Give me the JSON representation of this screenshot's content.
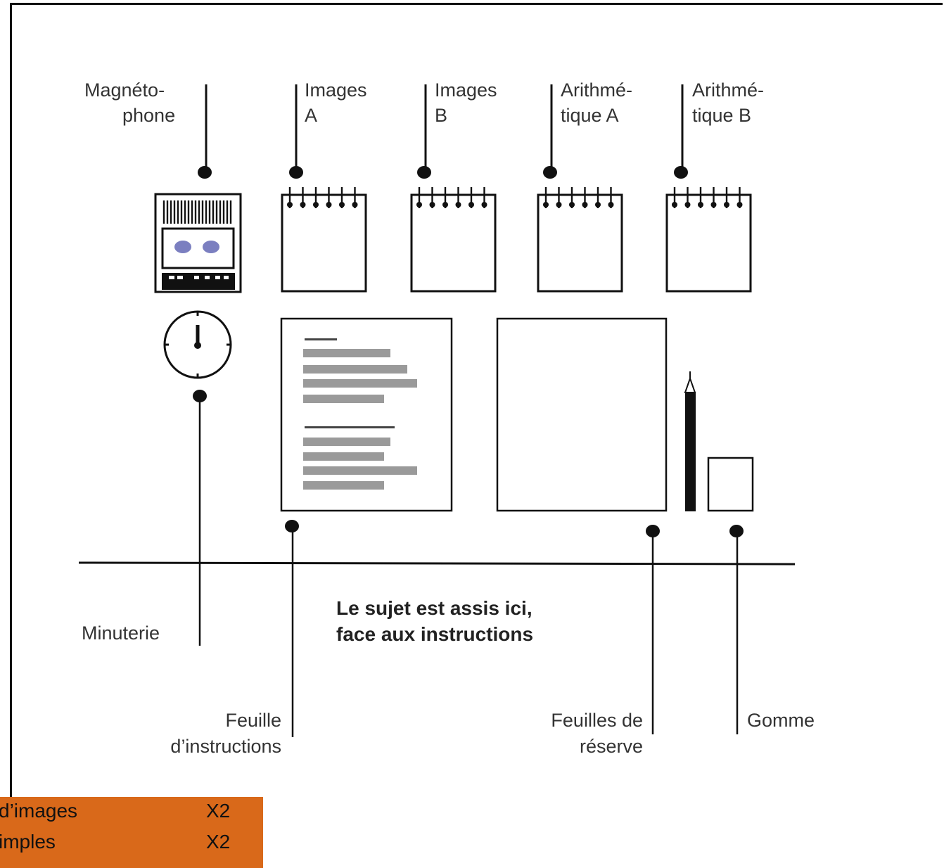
{
  "labels": {
    "magnetophone": [
      "Magnéto-",
      "phone"
    ],
    "images_a": [
      "Images",
      "A"
    ],
    "images_b": [
      "Images",
      "B"
    ],
    "arith_a": [
      "Arithmé-",
      "tique A"
    ],
    "arith_b": [
      "Arithmé-",
      "tique B"
    ],
    "minuterie": "Minuterie",
    "feuille": [
      "Feuille",
      "d’instructions"
    ],
    "reserve": [
      "Feuilles de",
      "réserve"
    ],
    "gomme": "Gomme"
  },
  "caption": [
    "Le sujet est assis ici,",
    "face aux instructions"
  ],
  "legend": [
    {
      "item": "d’images",
      "qty": "X2"
    },
    {
      "item": "imples",
      "qty": "X2"
    }
  ],
  "colors": {
    "legend_bg": "#d9691a",
    "tape_dots": "#7b7fc0",
    "text_bars": "#9a9a9a"
  }
}
